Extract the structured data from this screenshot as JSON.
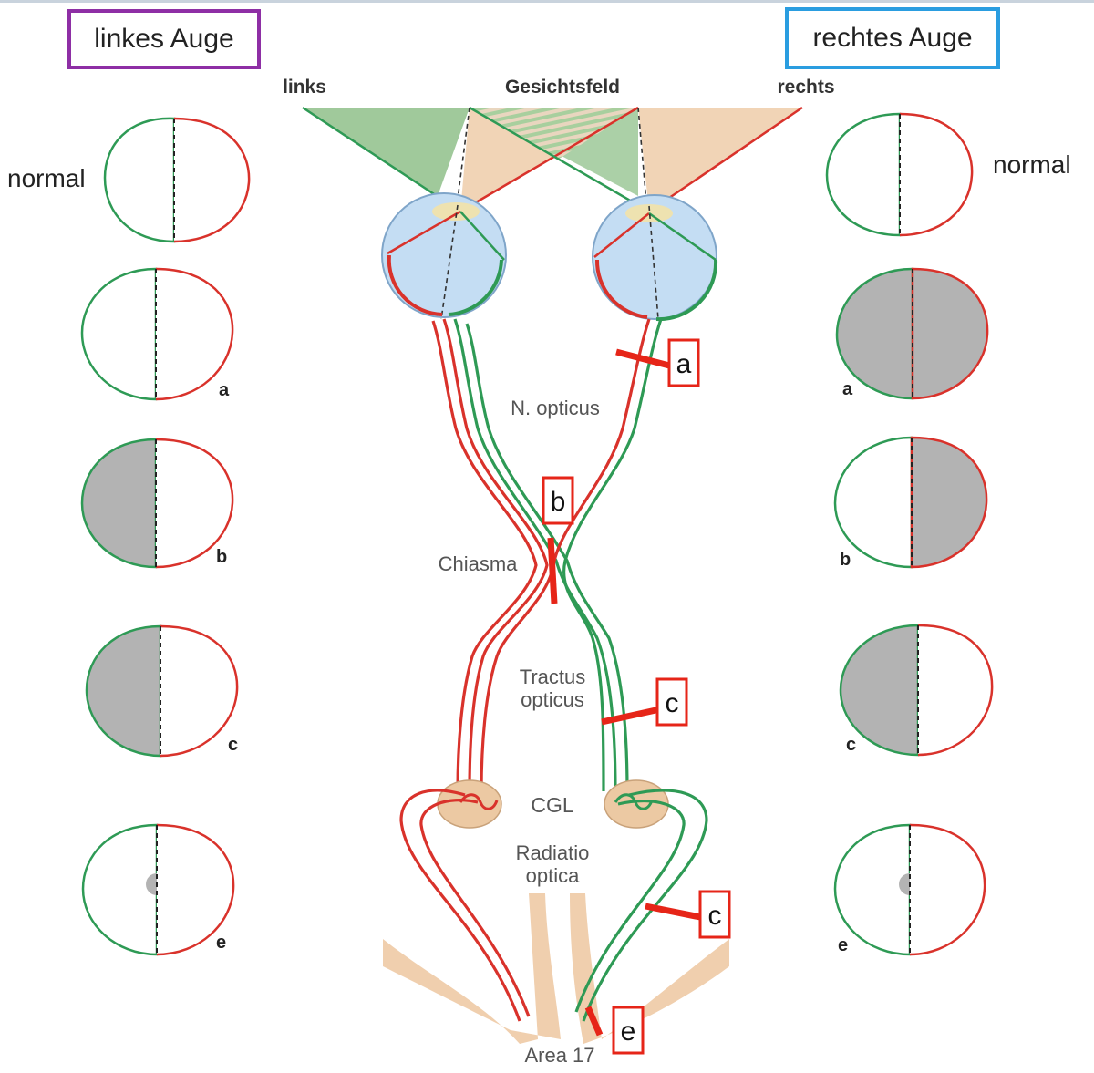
{
  "headers": {
    "left_eye": "linkes Auge",
    "right_eye": "rechtes Auge"
  },
  "field": {
    "left": "links",
    "center": "Gesichtsfeld",
    "right": "rechts"
  },
  "labels": {
    "normal_left": "normal",
    "normal_right": "normal",
    "n_opticus": "N. opticus",
    "chiasma": "Chiasma",
    "tractus_1": "Tractus",
    "tractus_2": "opticus",
    "cgl": "CGL",
    "radiatio_1": "Radiatio",
    "radiatio_2": "optica",
    "area17": "Area 17"
  },
  "lesions": {
    "a": "a",
    "b": "b",
    "c1": "c",
    "c2": "c",
    "e": "e"
  },
  "field_letters": {
    "left": [
      "a",
      "b",
      "c",
      "e"
    ],
    "right": [
      "a",
      "b",
      "c",
      "e"
    ]
  },
  "colors": {
    "green": "#2e9a55",
    "red": "#d9322b",
    "gray": "#b3b3b3",
    "eye_fill": "#c4ddf3",
    "tan": "#f0cfae",
    "left_box": "#8e2fa5",
    "right_box": "#2a9de0"
  }
}
